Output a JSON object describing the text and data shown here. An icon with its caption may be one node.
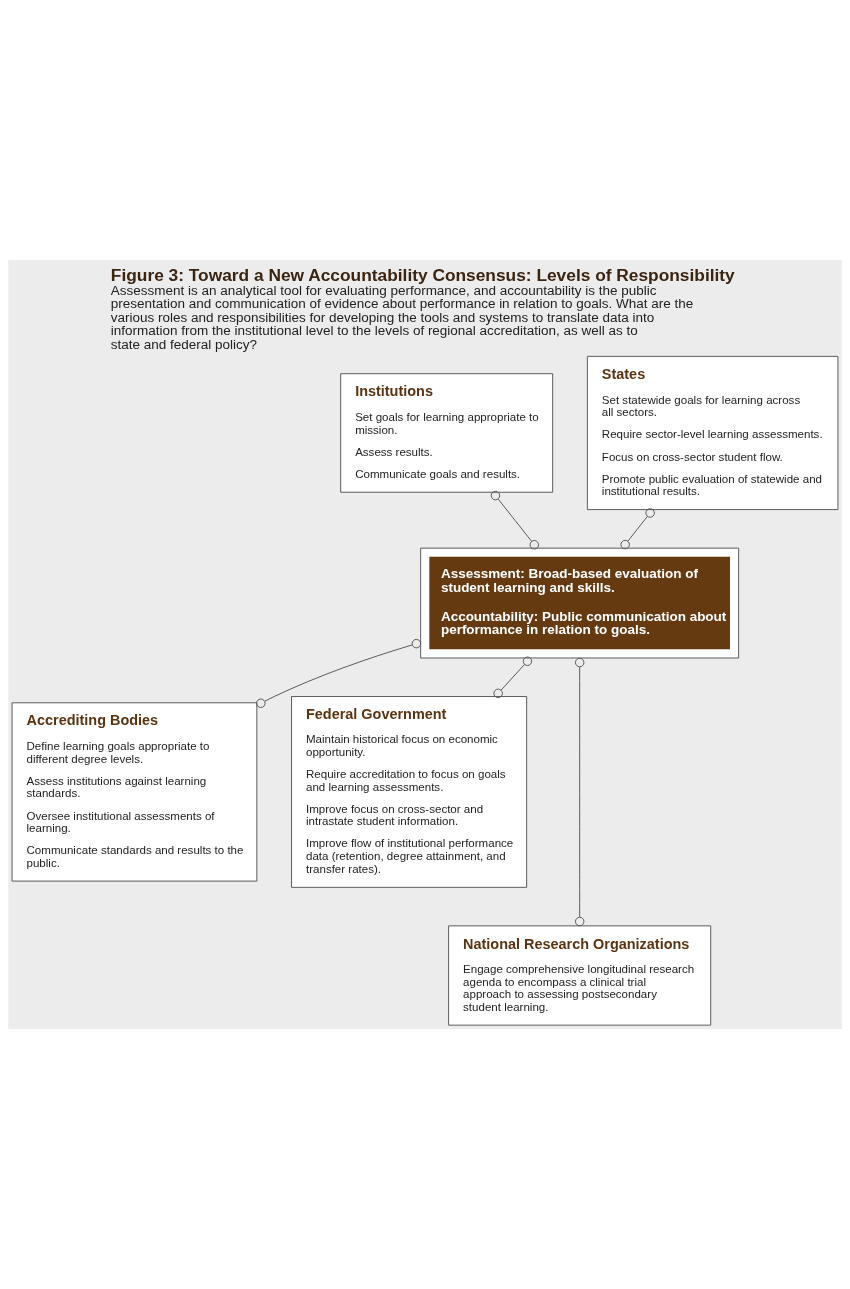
{
  "diagram": {
    "title": "Figure 3: Toward a New Accountability Consensus: Levels of Responsibility",
    "caption": "Assessment is an analytical tool for evaluating performance, and accountability is the public presentation and communication of evidence about performance in relation to goals. What are the various roles and responsibilities for developing the tools and systems to translate data into information from the institutional level to the levels of regional accreditation, as well as to state and federal policy?",
    "nodes": [
      {
        "text": [
          "Institutions",
          "Set goals for learning appropriate to mission.",
          "Assess results.",
          "Communicate goals and results."
        ]
      },
      {
        "text": [
          "States",
          "Set statewide goals for learning across all sectors.",
          "Require sector-level learning assessments.",
          "Focus on cross-sector student flow.",
          "Promote public evaluation of statewide and institutional results."
        ]
      },
      {
        "text": [
          "Assessment: Broad-based evaluation of student learning and skills.",
          "Accountability: Public communication about performance in relation to goals."
        ]
      },
      {
        "text": [
          "Accrediting Bodies",
          "Define learning goals appropriate to different degree levels.",
          "Assess institutions against learning standards.",
          "Oversee institutional assessments of learning.",
          "Communicate standards and results to the public."
        ]
      },
      {
        "text": [
          "Federal Government",
          "Maintain historical focus on economic opportunity.",
          "Require accreditation to focus on goals and learning assessments.",
          "Improve focus on cross-sector and intrastate student information.",
          "Improve flow of institutional performance data (retention, degree attainment, and transfer rates)."
        ]
      },
      {
        "text": [
          "National Research Organizations",
          "Engage comprehensive longitudinal research agenda to encompass a clinical trial approach to assessing postsecondary student learning."
        ]
      }
    ],
    "edges": [
      {
        "from": 0,
        "to": 2,
        "arrow": "other"
      },
      {
        "from": 1,
        "to": 2,
        "arrow": "other"
      },
      {
        "from": 2,
        "to": 3,
        "arrow": "other"
      },
      {
        "from": 2,
        "to": 4,
        "arrow": "other"
      },
      {
        "from": 2,
        "to": 5,
        "arrow": "other"
      }
    ]
  }
}
